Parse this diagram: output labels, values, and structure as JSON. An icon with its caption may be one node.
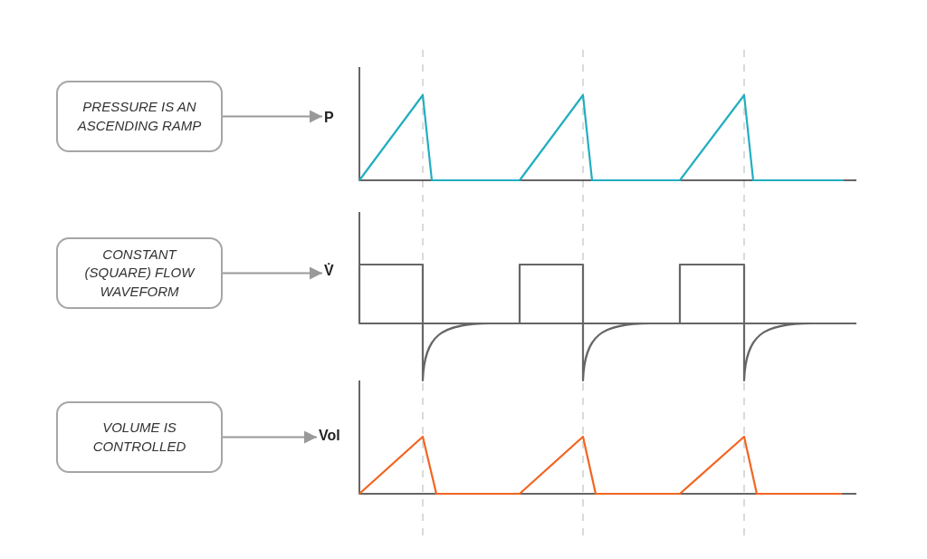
{
  "diagram": {
    "nodes": [
      {
        "text": [
          "PRESSURE IS AN ASCENDING RAMP"
        ]
      },
      {
        "text": [
          "P"
        ]
      },
      {
        "text": [
          "CONSTANT (SQUARE) FLOW WAVEFORM"
        ]
      },
      {
        "text": [
          "V̇"
        ]
      },
      {
        "text": [
          "VOLUME IS CONTROLLED"
        ]
      },
      {
        "text": [
          "Vol"
        ]
      }
    ],
    "edges": [
      {
        "from": 0,
        "to": 1,
        "arrow": "to"
      },
      {
        "from": 2,
        "to": 3,
        "arrow": "to"
      },
      {
        "from": 4,
        "to": 5,
        "arrow": "to"
      }
    ]
  }
}
